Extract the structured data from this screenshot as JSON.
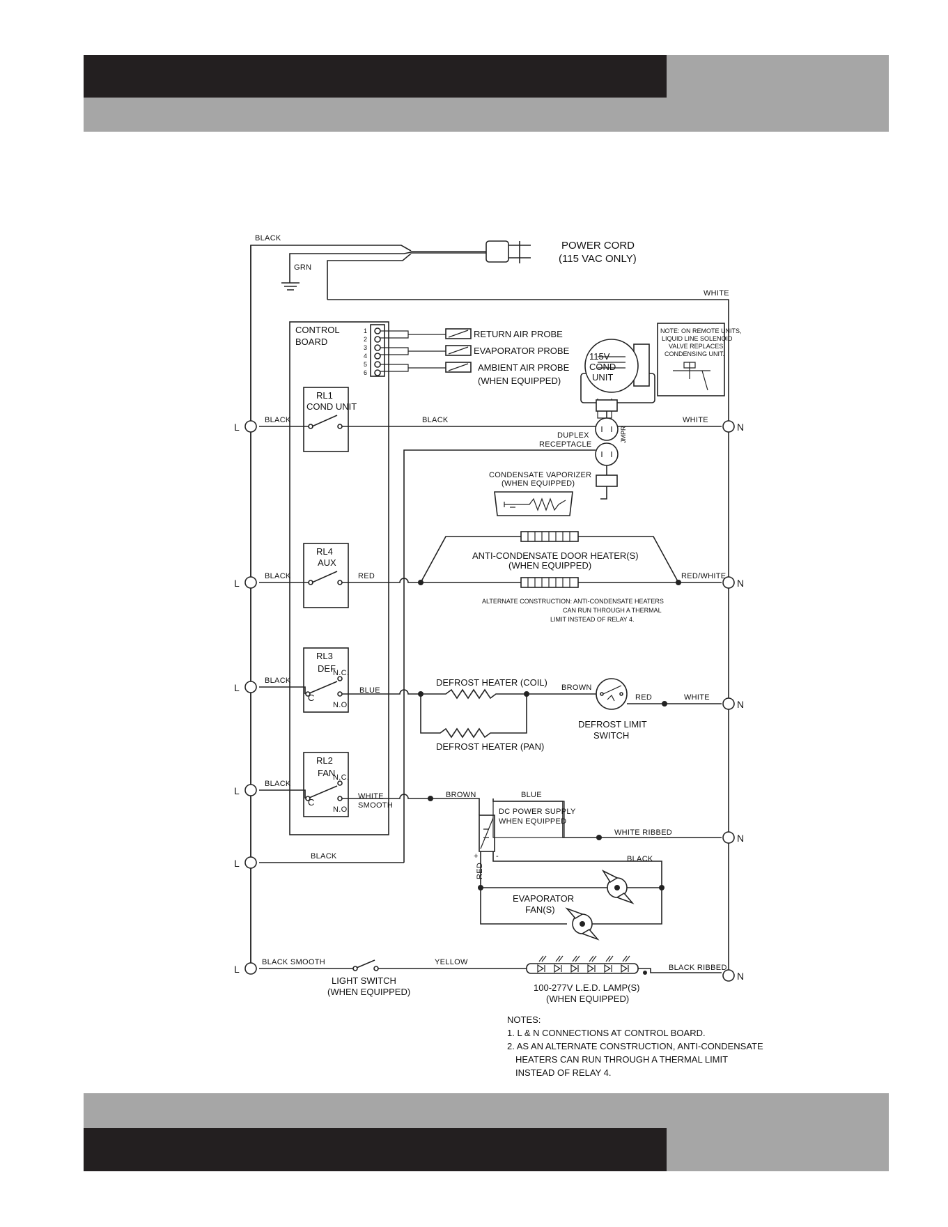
{
  "colors": {
    "header_dark": "#231f20",
    "header_gray": "#a6a6a6",
    "ink": "#222222"
  },
  "power": {
    "cord_title": "POWER CORD",
    "cord_sub": "(115 VAC ONLY)",
    "black": "BLACK",
    "grn": "GRN",
    "white": "WHITE"
  },
  "control_board": {
    "title_line1": "CONTROL",
    "title_line2": "BOARD",
    "terminals": [
      "1",
      "2",
      "3",
      "4",
      "5",
      "6"
    ]
  },
  "probes": {
    "return_air": "RETURN AIR PROBE",
    "evaporator": "EVAPORATOR PROBE",
    "ambient_air": "AMBIENT AIR PROBE",
    "ambient_sub": "(WHEN EQUIPPED)"
  },
  "cond_unit": {
    "line1": "115V",
    "line2": "COND",
    "line3": "UNIT"
  },
  "note_box": [
    "NOTE: ON REMOTE UNITS,",
    "LIQUID LINE SOLENOID",
    "VALVE REPLACES",
    "CONDENSING UNIT."
  ],
  "relays": {
    "rl1": {
      "name": "RL1",
      "sub": "COND UNIT"
    },
    "rl4": {
      "name": "RL4",
      "sub": "AUX"
    },
    "rl3": {
      "name": "RL3",
      "sub": "DEF",
      "nc": "N.C.",
      "c": "C",
      "no": "N.O."
    },
    "rl2": {
      "name": "RL2",
      "sub": "FAN",
      "nc": "N.C.",
      "c": "C",
      "no": "N.O."
    }
  },
  "terminals": {
    "line": "L",
    "neutral": "N"
  },
  "wires": {
    "black": "BLACK",
    "white": "WHITE",
    "red": "RED",
    "red_white": "RED/WHITE",
    "blue": "BLUE",
    "brown": "BROWN",
    "white_smooth_1": "WHITE",
    "white_smooth_2": "SMOOTH",
    "white_ribbed": "WHITE RIBBED",
    "black_smooth": "BLACK SMOOTH",
    "yellow": "YELLOW",
    "black_ribbed": "BLACK RIBBED",
    "jumper": "JMPR"
  },
  "duplex": {
    "line1": "DUPLEX",
    "line2": "RECEPTACLE"
  },
  "vaporizer": {
    "line1": "CONDENSATE VAPORIZER",
    "line2": "(WHEN EQUIPPED)"
  },
  "door_heater": {
    "line1": "ANTI-CONDENSATE DOOR HEATER(S)",
    "line2": "(WHEN EQUIPPED)"
  },
  "alt_construction": {
    "line1": "ALTERNATE CONSTRUCTION: ANTI-CONDENSATE HEATERS",
    "line2": "CAN RUN THROUGH A THERMAL",
    "line3": "LIMIT INSTEAD OF RELAY 4."
  },
  "defrost": {
    "coil": "DEFROST HEATER (COIL)",
    "pan": "DEFROST HEATER (PAN)",
    "limit_line1": "DEFROST LIMIT",
    "limit_line2": "SWITCH"
  },
  "dc_power": {
    "line1": "DC POWER SUPPLY",
    "line2": "WHEN EQUIPPED",
    "plus": "+",
    "minus": "-"
  },
  "fans": {
    "line1": "EVAPORATOR",
    "line2": "FAN(S)"
  },
  "light_switch": {
    "line1": "LIGHT SWITCH",
    "line2": "(WHEN EQUIPPED)"
  },
  "led_lamp": {
    "line1": "100-277V L.E.D. LAMP(S)",
    "line2": "(WHEN EQUIPPED)"
  },
  "notes": {
    "title": "NOTES:",
    "items": [
      "1. L & N CONNECTIONS AT CONTROL BOARD.",
      "2. AS AN ALTERNATE CONSTRUCTION, ANTI-CONDENSATE",
      "HEATERS CAN RUN THROUGH A THERMAL LIMIT",
      "INSTEAD OF RELAY 4."
    ]
  }
}
